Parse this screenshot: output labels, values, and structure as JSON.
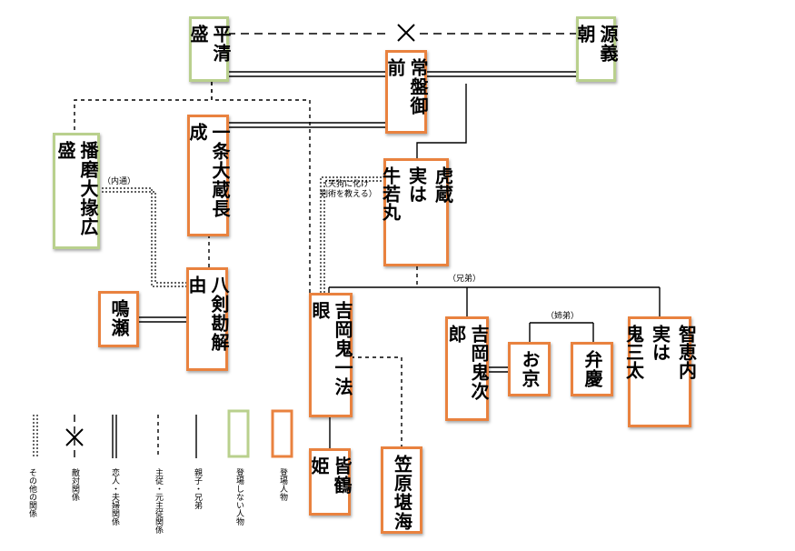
{
  "persons": {
    "taira_kiyomori": "平清盛",
    "minamoto_yoshitomo": "源義朝",
    "tokiwa_gozen": "常盤御前",
    "harima_daijo_hiromori": "播磨大掾広盛",
    "ichijo_okura_naganari": "一条大蔵長成",
    "torazo": "虎蔵\n実は\n牛若丸",
    "yatsurugi_kageyu": "八剣勘解由",
    "naruse": "鳴瀬",
    "yoshioka_kiichi_hogen": "吉岡鬼一法眼",
    "yoshioka_kijiro": "吉岡鬼次郎",
    "okyo": "お京",
    "benkei": "弁慶",
    "chienai": "智恵内\n実は\n鬼三太",
    "minazuru_hime": "皆鶴姫",
    "kasahara_tankai": "笠原堪海"
  },
  "annotations": {
    "naitsu": "（内通）",
    "tengu": "（天狗に化け\n剣術を教える）",
    "kyodai": "（兄弟）",
    "shitei": "（姉弟）"
  },
  "legend": [
    {
      "key": "other",
      "label": "その他の関係"
    },
    {
      "key": "enemy",
      "label": "敵対関係"
    },
    {
      "key": "lovers",
      "label": "恋人・夫婦関係"
    },
    {
      "key": "master",
      "label": "主従・元主従関係"
    },
    {
      "key": "kin",
      "label": "親子・兄弟"
    },
    {
      "key": "absent",
      "label": "登場しない人物"
    },
    {
      "key": "present",
      "label": "登場人物"
    }
  ],
  "colors": {
    "appearing_border": "#e9823f",
    "not_appearing_border": "#b9d08d",
    "line": "#000000"
  }
}
